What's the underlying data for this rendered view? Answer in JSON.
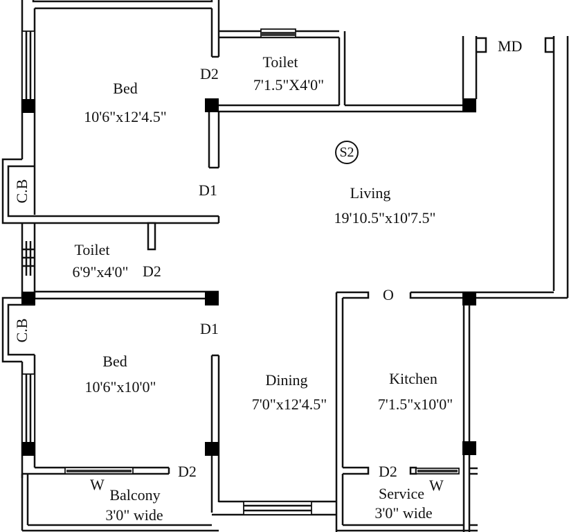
{
  "plan": {
    "unit_marker": "S2",
    "colors": {
      "wall": "#111111",
      "column": "#000000",
      "background": "#ffffff"
    },
    "rooms": {
      "bed1": {
        "name": "Bed",
        "size": "10'6\"x12'4.5\""
      },
      "toilet1": {
        "name": "Toilet",
        "size": "7'1.5\"X4'0\""
      },
      "living": {
        "name": "Living",
        "size": "19'10.5\"x10'7.5\""
      },
      "toilet2": {
        "name": "Toilet",
        "size": "6'9\"x4'0\""
      },
      "bed2": {
        "name": "Bed",
        "size": "10'6\"x10'0\""
      },
      "dining": {
        "name": "Dining",
        "size": "7'0\"x12'4.5\""
      },
      "kitchen": {
        "name": "Kitchen",
        "size": "7'1.5\"x10'0\""
      },
      "balcony": {
        "name": "Balcony",
        "size": "3'0\" wide"
      },
      "service": {
        "name": "Service",
        "size": "3'0\" wide"
      }
    },
    "doors": {
      "bed1_toilet": "D2",
      "bed1_entry": "D1",
      "toilet2": "D2",
      "bed2_entry": "D1",
      "balcony": "D2",
      "service": "D2",
      "main": "MD",
      "kitchen_opening": "O"
    },
    "windows": {
      "balcony": "W",
      "service": "W"
    },
    "cupboards": [
      "C.B",
      "C.B"
    ]
  }
}
